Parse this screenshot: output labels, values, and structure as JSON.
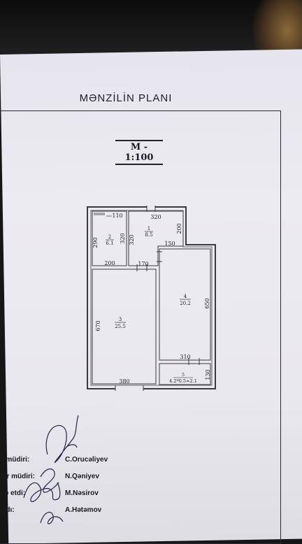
{
  "document": {
    "title": "MƏNZİLİN PLANI",
    "scale": "M - 1:100"
  },
  "plan": {
    "rooms": [
      {
        "number": "2",
        "area": "6.1"
      },
      {
        "number": "1",
        "area": "8.5"
      },
      {
        "number": "3",
        "area": "25.5"
      },
      {
        "number": "4",
        "area": "20.2"
      },
      {
        "number": "5",
        "area": "4.2*0.5=2.1"
      }
    ],
    "dimensions": {
      "d110": "110",
      "d320_top": "320",
      "d200_right": "200",
      "d290": "290",
      "d320_left": "320",
      "d320_mid": "320",
      "d150": "150",
      "d200_bottom": "200",
      "d170": "170",
      "d670": "670",
      "d650": "650",
      "d310": "310",
      "d380": "380",
      "d130": "130"
    }
  },
  "signatures": [
    {
      "role": "ə müdiri:",
      "name": "C.Orucəliyev"
    },
    {
      "role": "tor müdiri:",
      "name": "N.Qəniyev"
    },
    {
      "role": "tib etdi:",
      "name": "M.Nəsirov"
    },
    {
      "role": "ladı:",
      "name": "A.Hətəmov"
    }
  ],
  "colors": {
    "paper": "#e9e8ee",
    "ink": "#1e1e2a",
    "wall": "#3a3a44",
    "signature_ink": "#24244a"
  }
}
